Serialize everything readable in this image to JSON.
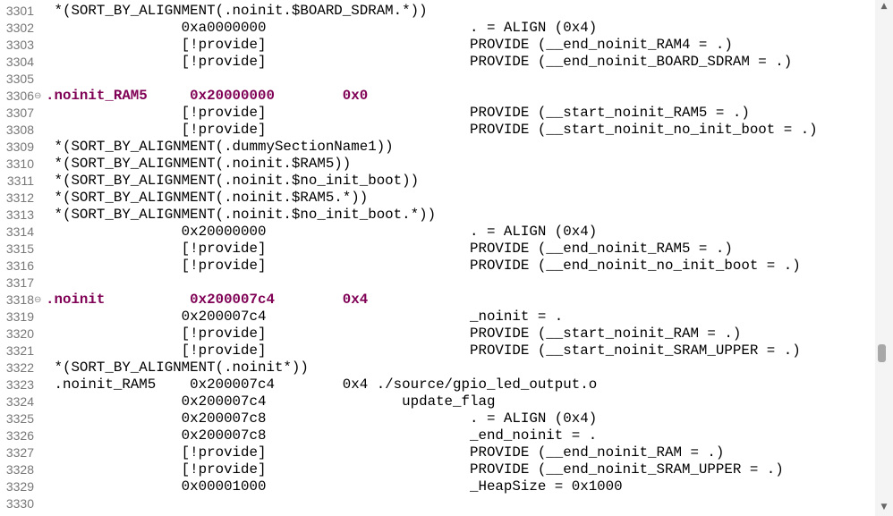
{
  "lines": [
    {
      "n": "3301",
      "t": " *(SORT_BY_ALIGNMENT(.noinit.$BOARD_SDRAM.*))"
    },
    {
      "n": "3302",
      "t": "                0xa0000000                        . = ALIGN (0x4)"
    },
    {
      "n": "3303",
      "t": "                [!provide]                        PROVIDE (__end_noinit_RAM4 = .)"
    },
    {
      "n": "3304",
      "t": "                [!provide]                        PROVIDE (__end_noinit_BOARD_SDRAM = .)"
    },
    {
      "n": "3305",
      "t": ""
    },
    {
      "n": "3306",
      "t": ".noinit_RAM5     0x20000000        0x0",
      "h": true,
      "fold": true
    },
    {
      "n": "3307",
      "t": "                [!provide]                        PROVIDE (__start_noinit_RAM5 = .)"
    },
    {
      "n": "3308",
      "t": "                [!provide]                        PROVIDE (__start_noinit_no_init_boot = .)"
    },
    {
      "n": "3309",
      "t": " *(SORT_BY_ALIGNMENT(.dummySectionName1))"
    },
    {
      "n": "3310",
      "t": " *(SORT_BY_ALIGNMENT(.noinit.$RAM5))"
    },
    {
      "n": "3311",
      "t": " *(SORT_BY_ALIGNMENT(.noinit.$no_init_boot))"
    },
    {
      "n": "3312",
      "t": " *(SORT_BY_ALIGNMENT(.noinit.$RAM5.*))"
    },
    {
      "n": "3313",
      "t": " *(SORT_BY_ALIGNMENT(.noinit.$no_init_boot.*))"
    },
    {
      "n": "3314",
      "t": "                0x20000000                        . = ALIGN (0x4)"
    },
    {
      "n": "3315",
      "t": "                [!provide]                        PROVIDE (__end_noinit_RAM5 = .)"
    },
    {
      "n": "3316",
      "t": "                [!provide]                        PROVIDE (__end_noinit_no_init_boot = .)"
    },
    {
      "n": "3317",
      "t": ""
    },
    {
      "n": "3318",
      "t": ".noinit          0x200007c4        0x4",
      "h": true,
      "fold": true
    },
    {
      "n": "3319",
      "t": "                0x200007c4                        _noinit = ."
    },
    {
      "n": "3320",
      "t": "                [!provide]                        PROVIDE (__start_noinit_RAM = .)"
    },
    {
      "n": "3321",
      "t": "                [!provide]                        PROVIDE (__start_noinit_SRAM_UPPER = .)"
    },
    {
      "n": "3322",
      "t": " *(SORT_BY_ALIGNMENT(.noinit*))"
    },
    {
      "n": "3323",
      "t": " .noinit_RAM5    0x200007c4        0x4 ./source/gpio_led_output.o"
    },
    {
      "n": "3324",
      "t": "                0x200007c4                update_flag"
    },
    {
      "n": "3325",
      "t": "                0x200007c8                        . = ALIGN (0x4)"
    },
    {
      "n": "3326",
      "t": "                0x200007c8                        _end_noinit = ."
    },
    {
      "n": "3327",
      "t": "                [!provide]                        PROVIDE (__end_noinit_RAM = .)"
    },
    {
      "n": "3328",
      "t": "                [!provide]                        PROVIDE (__end_noinit_SRAM_UPPER = .)"
    },
    {
      "n": "3329",
      "t": "                0x00001000                        _HeapSize = 0x1000"
    },
    {
      "n": "3330",
      "t": ""
    }
  ],
  "scrollbar": {
    "up": "▲",
    "down": "▼",
    "position_fraction": 0.68
  }
}
